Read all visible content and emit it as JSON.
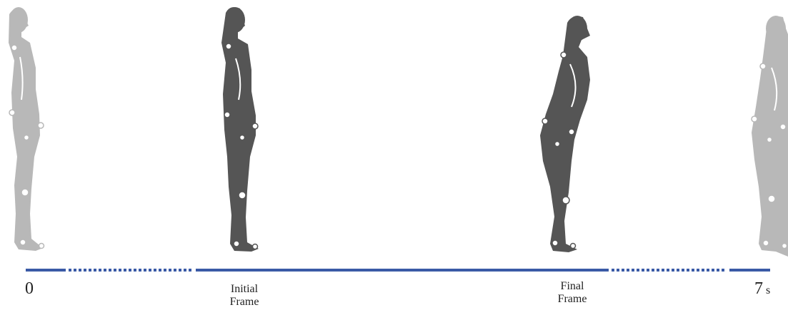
{
  "timeline": {
    "start_label": "0",
    "end_value": "7",
    "end_unit": "s",
    "initial_frame_label": [
      "Initial",
      "Frame"
    ],
    "final_frame_label": [
      "Final",
      "Frame"
    ],
    "line_color": "#3a5aa6"
  },
  "figures": [
    {
      "id": "figure-start",
      "tone": "light",
      "color": "#b8b8b8"
    },
    {
      "id": "figure-initial",
      "tone": "dark",
      "color": "#555555"
    },
    {
      "id": "figure-final",
      "tone": "dark",
      "color": "#555555"
    },
    {
      "id": "figure-end",
      "tone": "light",
      "color": "#b8b8b8"
    }
  ]
}
